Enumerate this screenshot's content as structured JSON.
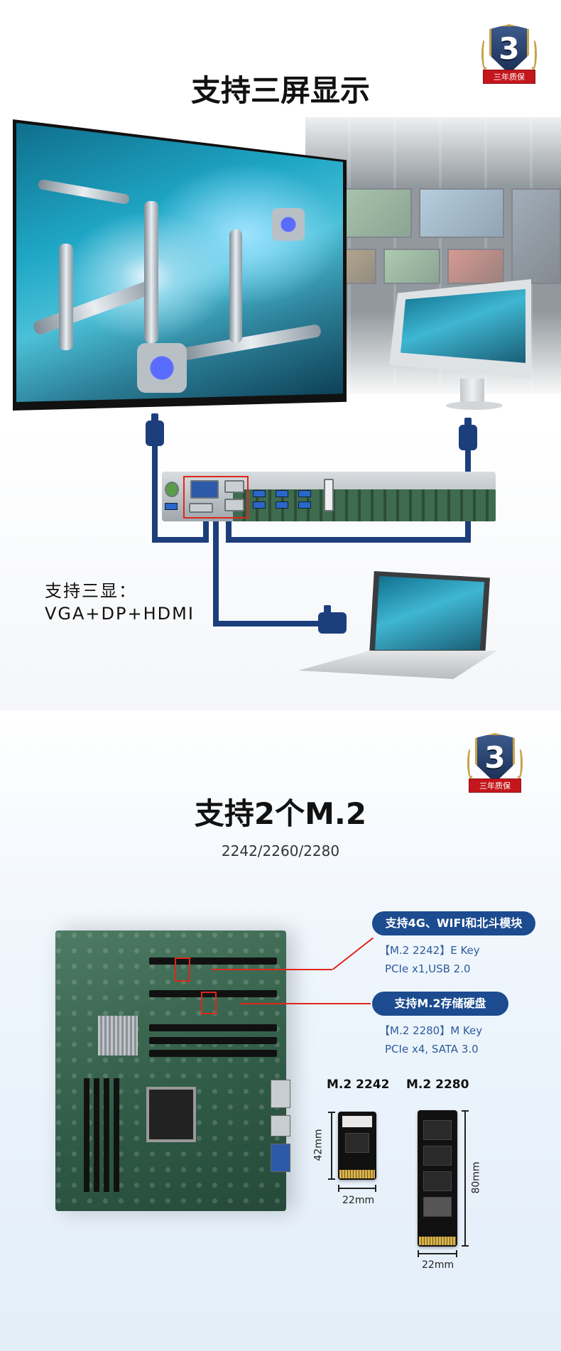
{
  "section1": {
    "badge": {
      "number": "3",
      "ribbon": "三年质保"
    },
    "title": "支持三屏显示",
    "side_text_line1": "支持三显：",
    "side_text_line2": "VGA+DP+HDMI"
  },
  "section2": {
    "badge": {
      "number": "3",
      "ribbon": "三年质保"
    },
    "title": "支持2个M.2",
    "subtitle": "2242/2260/2280",
    "callouts": [
      {
        "pill": "支持4G、WIFI和北斗模块",
        "spec_line1": "【M.2 2242】E Key",
        "spec_line2": "PCIe x1,USB 2.0"
      },
      {
        "pill": "支持M.2存储硬盘",
        "spec_line1": "【M.2 2280】M Key",
        "spec_line2": "PCIe x4, SATA 3.0"
      }
    ],
    "cards": [
      {
        "title": "M.2 2242",
        "height_label": "42mm",
        "width_label": "22mm"
      },
      {
        "title": "M.2 2280",
        "height_label": "80mm",
        "width_label": "22mm"
      }
    ]
  },
  "colors": {
    "cable": "#1c3f7c",
    "highlight": "#e1251b",
    "pill": "#1c4b8f",
    "spec": "#2d5b9a"
  }
}
